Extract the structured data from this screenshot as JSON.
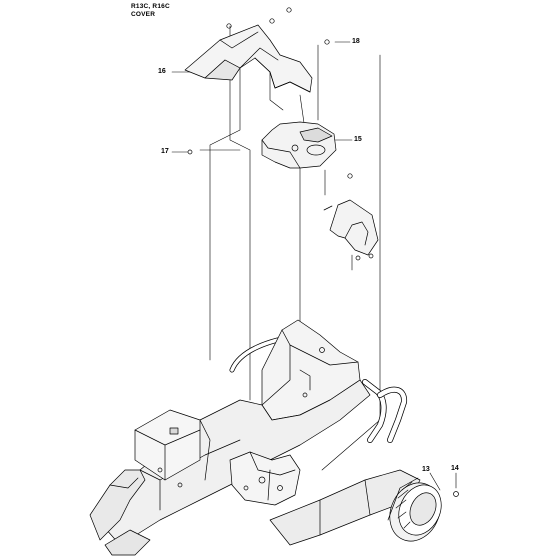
{
  "header": {
    "model_line": "R13C, R16C",
    "section_line": "COVER"
  },
  "callouts": [
    {
      "id": "13",
      "label": "13"
    },
    {
      "id": "14",
      "label": "14"
    },
    {
      "id": "15",
      "label": "15"
    },
    {
      "id": "16",
      "label": "16"
    },
    {
      "id": "17",
      "label": "17"
    },
    {
      "id": "18",
      "label": "18"
    }
  ],
  "colors": {
    "line": "#000000",
    "background": "#ffffff",
    "fill_light": "#f2f2f2",
    "fill_mid": "#d9d9d9"
  }
}
